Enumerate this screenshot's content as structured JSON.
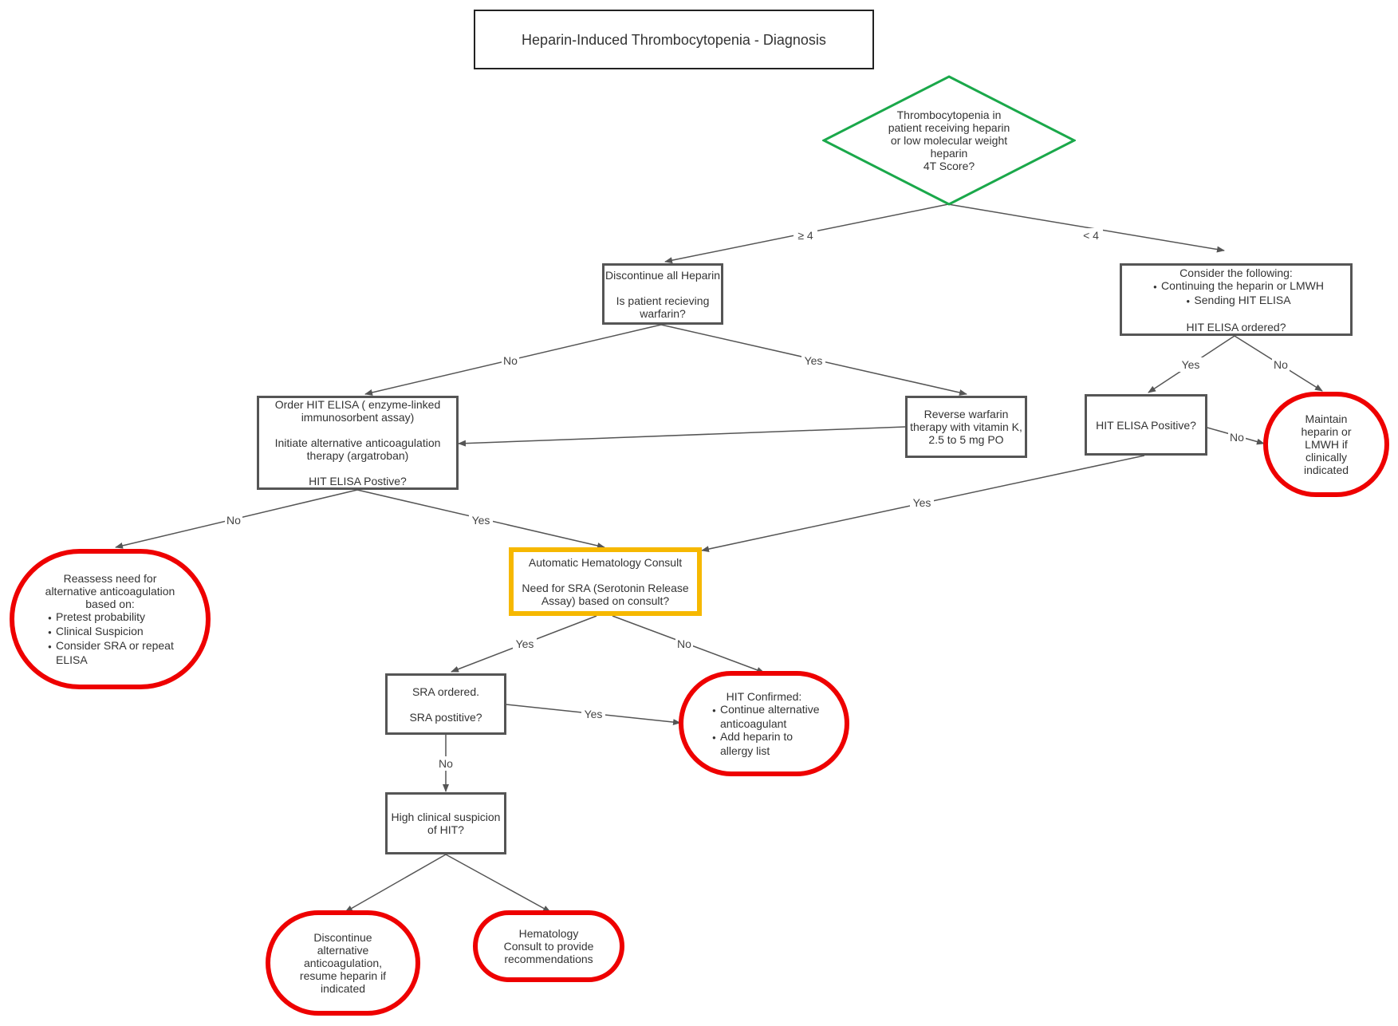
{
  "title": "Heparin-Induced Thrombocytopenia - Diagnosis",
  "colors": {
    "decision_border": "#1aa84a",
    "box_border": "#555555",
    "highlight_border": "#f6b800",
    "terminal_border": "#ee0000",
    "edge": "#555555"
  },
  "nodes": {
    "start": {
      "lines": [
        "Thrombocytopenia in",
        "patient receiving heparin",
        "or low molecular weight",
        "heparin",
        "4T Score?"
      ]
    },
    "discontinue": {
      "line1": "Discontinue all Heparin",
      "line2": "Is patient recieving warfarin?"
    },
    "consider": {
      "heading": "Consider the following:",
      "bullets": [
        "Continuing the heparin or LMWH",
        "Sending HIT ELISA"
      ],
      "question": "HIT ELISA ordered?"
    },
    "order_elisa": {
      "line1": "Order HIT ELISA ( enzyme-linked immunosorbent assay)",
      "line2": "Initiate alternative anticoagulation therapy (argatroban)",
      "line3": "HIT ELISA Postive?"
    },
    "reverse_warfarin": {
      "text": "Reverse warfarin therapy with vitamin K, 2.5 to 5 mg PO"
    },
    "elisa_positive": {
      "text": "HIT ELISA Positive?"
    },
    "maintain": {
      "text": "Maintain heparin or LMWH if clinically indicated"
    },
    "reassess": {
      "heading": "Reassess need for alternative anticoagulation based on:",
      "bullets": [
        "Pretest probability",
        "Clinical Suspicion",
        "Consider SRA or repeat ELISA"
      ]
    },
    "hematology_consult": {
      "line1": "Automatic Hematology Consult",
      "line2": "Need for SRA (Serotonin Release Assay) based on consult?"
    },
    "sra_ordered": {
      "line1": "SRA ordered.",
      "line2": "SRA postitive?"
    },
    "hit_confirmed": {
      "heading": "HIT Confirmed:",
      "bullets": [
        "Continue alternative anticoagulant",
        "Add heparin to allergy list"
      ]
    },
    "high_suspicion": {
      "text": "High clinical suspicion of HIT?"
    },
    "discontinue_alt": {
      "text": "Discontinue alternative anticoagulation, resume heparin if indicated"
    },
    "heme_recs": {
      "text": "Hematology Consult to provide recommendations"
    }
  },
  "edges": [
    {
      "from": "start",
      "to": "discontinue",
      "label": "≥ 4"
    },
    {
      "from": "start",
      "to": "consider",
      "label": "< 4"
    },
    {
      "from": "discontinue",
      "to": "order_elisa",
      "label": "No"
    },
    {
      "from": "discontinue",
      "to": "reverse_warfarin",
      "label": "Yes"
    },
    {
      "from": "reverse_warfarin",
      "to": "order_elisa",
      "label": ""
    },
    {
      "from": "consider",
      "to": "elisa_positive",
      "label": "Yes"
    },
    {
      "from": "consider",
      "to": "maintain",
      "label": "No"
    },
    {
      "from": "elisa_positive",
      "to": "maintain",
      "label": "No"
    },
    {
      "from": "elisa_positive",
      "to": "hematology_consult",
      "label": "Yes"
    },
    {
      "from": "order_elisa",
      "to": "reassess",
      "label": "No"
    },
    {
      "from": "order_elisa",
      "to": "hematology_consult",
      "label": "Yes"
    },
    {
      "from": "hematology_consult",
      "to": "sra_ordered",
      "label": "Yes"
    },
    {
      "from": "hematology_consult",
      "to": "hit_confirmed",
      "label": "No"
    },
    {
      "from": "sra_ordered",
      "to": "hit_confirmed",
      "label": "Yes"
    },
    {
      "from": "sra_ordered",
      "to": "high_suspicion",
      "label": "No"
    },
    {
      "from": "high_suspicion",
      "to": "discontinue_alt",
      "label": ""
    },
    {
      "from": "high_suspicion",
      "to": "heme_recs",
      "label": ""
    }
  ]
}
